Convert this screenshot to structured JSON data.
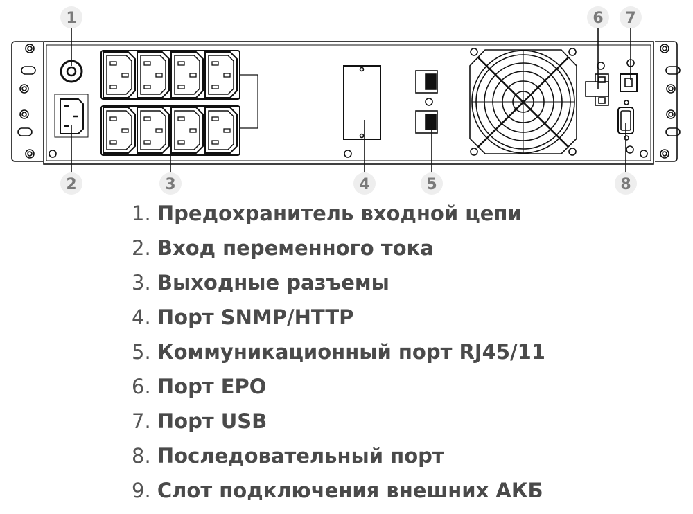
{
  "callouts": [
    "1",
    "2",
    "3",
    "4",
    "5",
    "6",
    "7",
    "8"
  ],
  "legend": [
    {
      "num": "1.",
      "text": "Предохранитель входной цепи"
    },
    {
      "num": "2.",
      "text": "Вход переменного тока"
    },
    {
      "num": "3.",
      "text": "Выходные разъемы"
    },
    {
      "num": "4.",
      "text": "Порт SNMP/HTTP"
    },
    {
      "num": "5.",
      "text": "Коммуникационный порт RJ45/11"
    },
    {
      "num": "6.",
      "text": "Порт EPO"
    },
    {
      "num": "7.",
      "text": "Порт USB"
    },
    {
      "num": "8.",
      "text": "Последовательный порт"
    },
    {
      "num": "9.",
      "text": "Слот подключения внешних АКБ"
    }
  ],
  "colors": {
    "line": "#111111",
    "callout_bg": "#eeeeee",
    "callout_text": "#7a7a7a",
    "legend_text": "#4a4a4a"
  }
}
